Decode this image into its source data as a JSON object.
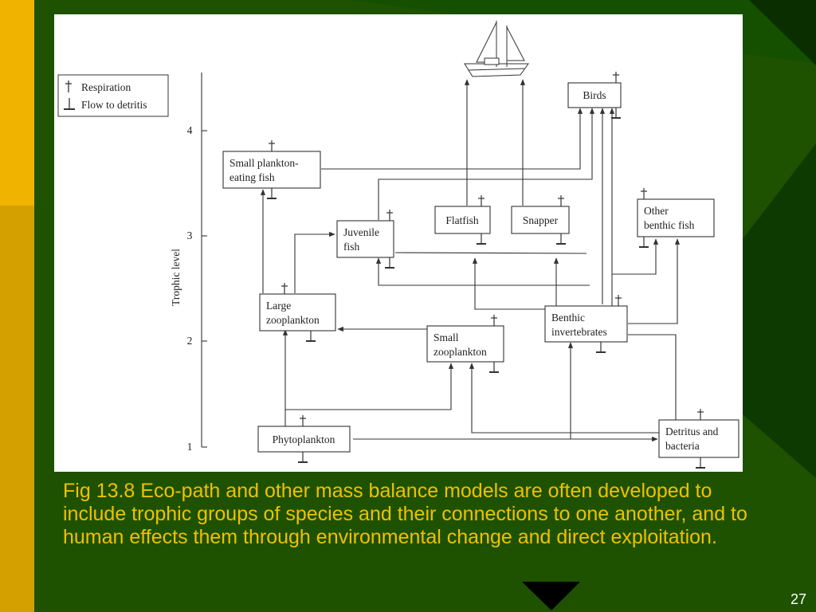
{
  "slide": {
    "caption": "Fig 13.8 Eco-path and other mass balance models are often developed to include trophic groups of species and their connections to one another, and to human effects them through environmental change and direct exploitation.",
    "page_number": "27"
  },
  "diagram": {
    "legend": {
      "respiration": "Respiration",
      "detritus": "Flow to detritis"
    },
    "axis": {
      "label": "Trophic level",
      "ticks": [
        "1",
        "2",
        "3",
        "4"
      ]
    },
    "nodes": {
      "birds": [
        "Birds"
      ],
      "small_plankton_fish": [
        "Small plankton-",
        "eating fish"
      ],
      "flatfish": [
        "Flatfish"
      ],
      "snapper": [
        "Snapper"
      ],
      "juvenile_fish": [
        "Juvenile",
        "fish"
      ],
      "other_benthic_fish": [
        "Other",
        "benthic fish"
      ],
      "large_zooplankton": [
        "Large",
        "zooplankton"
      ],
      "small_zooplankton": [
        "Small",
        "zooplankton"
      ],
      "benthic_invertebrates": [
        "Benthic",
        "invertebrates"
      ],
      "phytoplankton": [
        "Phytoplankton"
      ],
      "detritus_bacteria": [
        "Detritus and",
        "bacteria"
      ]
    },
    "colors": {
      "slide_green": "#1e5200",
      "gold": "#f0b400",
      "dark_gold": "#d4a000",
      "caption_text": "#f0c000"
    }
  }
}
